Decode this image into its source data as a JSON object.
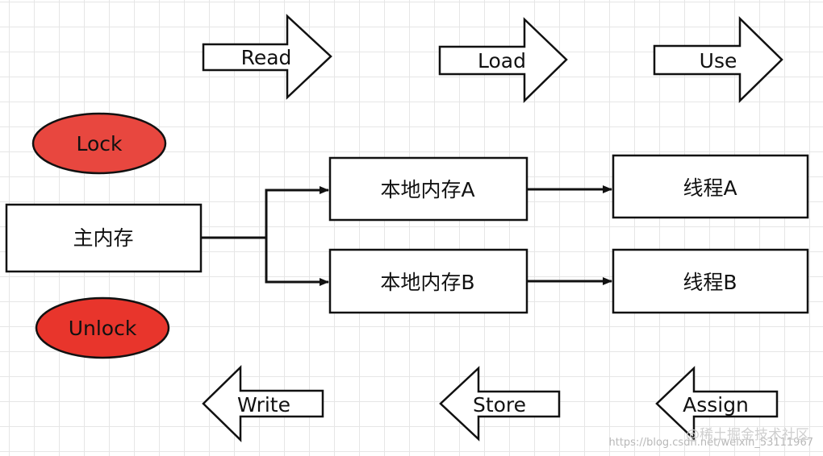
{
  "memory": {
    "main": "主内存",
    "local_a": "本地内存A",
    "local_b": "本地内存B",
    "thread_a": "线程A",
    "thread_b": "线程B"
  },
  "operations": {
    "read": "Read",
    "load": "Load",
    "use": "Use",
    "write": "Write",
    "store": "Store",
    "assign": "Assign",
    "lock": "Lock",
    "unlock": "Unlock"
  },
  "watermark": {
    "url": "https://blog.csdn.net/weixin_53111967",
    "brand": "@稀土掘金技术社区"
  },
  "colors": {
    "lock_fill": "#e8473f",
    "unlock_fill": "#e8352c",
    "stroke": "#111111"
  }
}
